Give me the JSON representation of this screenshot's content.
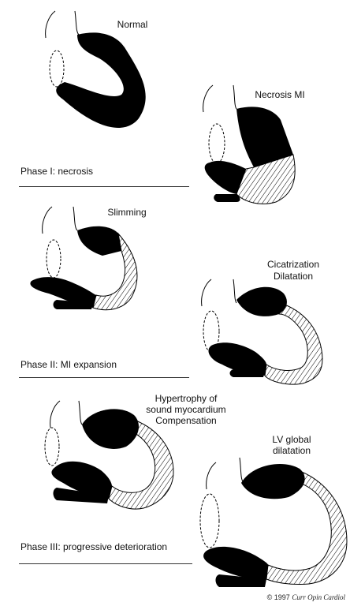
{
  "labels": {
    "normal": "Normal",
    "necrosis_mi": "Necrosis MI",
    "slimming": "Slimming",
    "cicatrization": "Cicatrization",
    "dilatation": "Dilatation",
    "hypertrophy_1": "Hypertrophy of",
    "hypertrophy_2": "sound myocardium",
    "hypertrophy_3": "Compensation",
    "lv_global_1": "LV global",
    "lv_global_2": "dilatation"
  },
  "phases": {
    "phase1": "Phase I: necrosis",
    "phase2": "Phase II: MI expansion",
    "phase3": "Phase III: progressive deterioration"
  },
  "copyright": {
    "year": "© 1997",
    "journal": "Curr Opin Cardiol"
  }
}
